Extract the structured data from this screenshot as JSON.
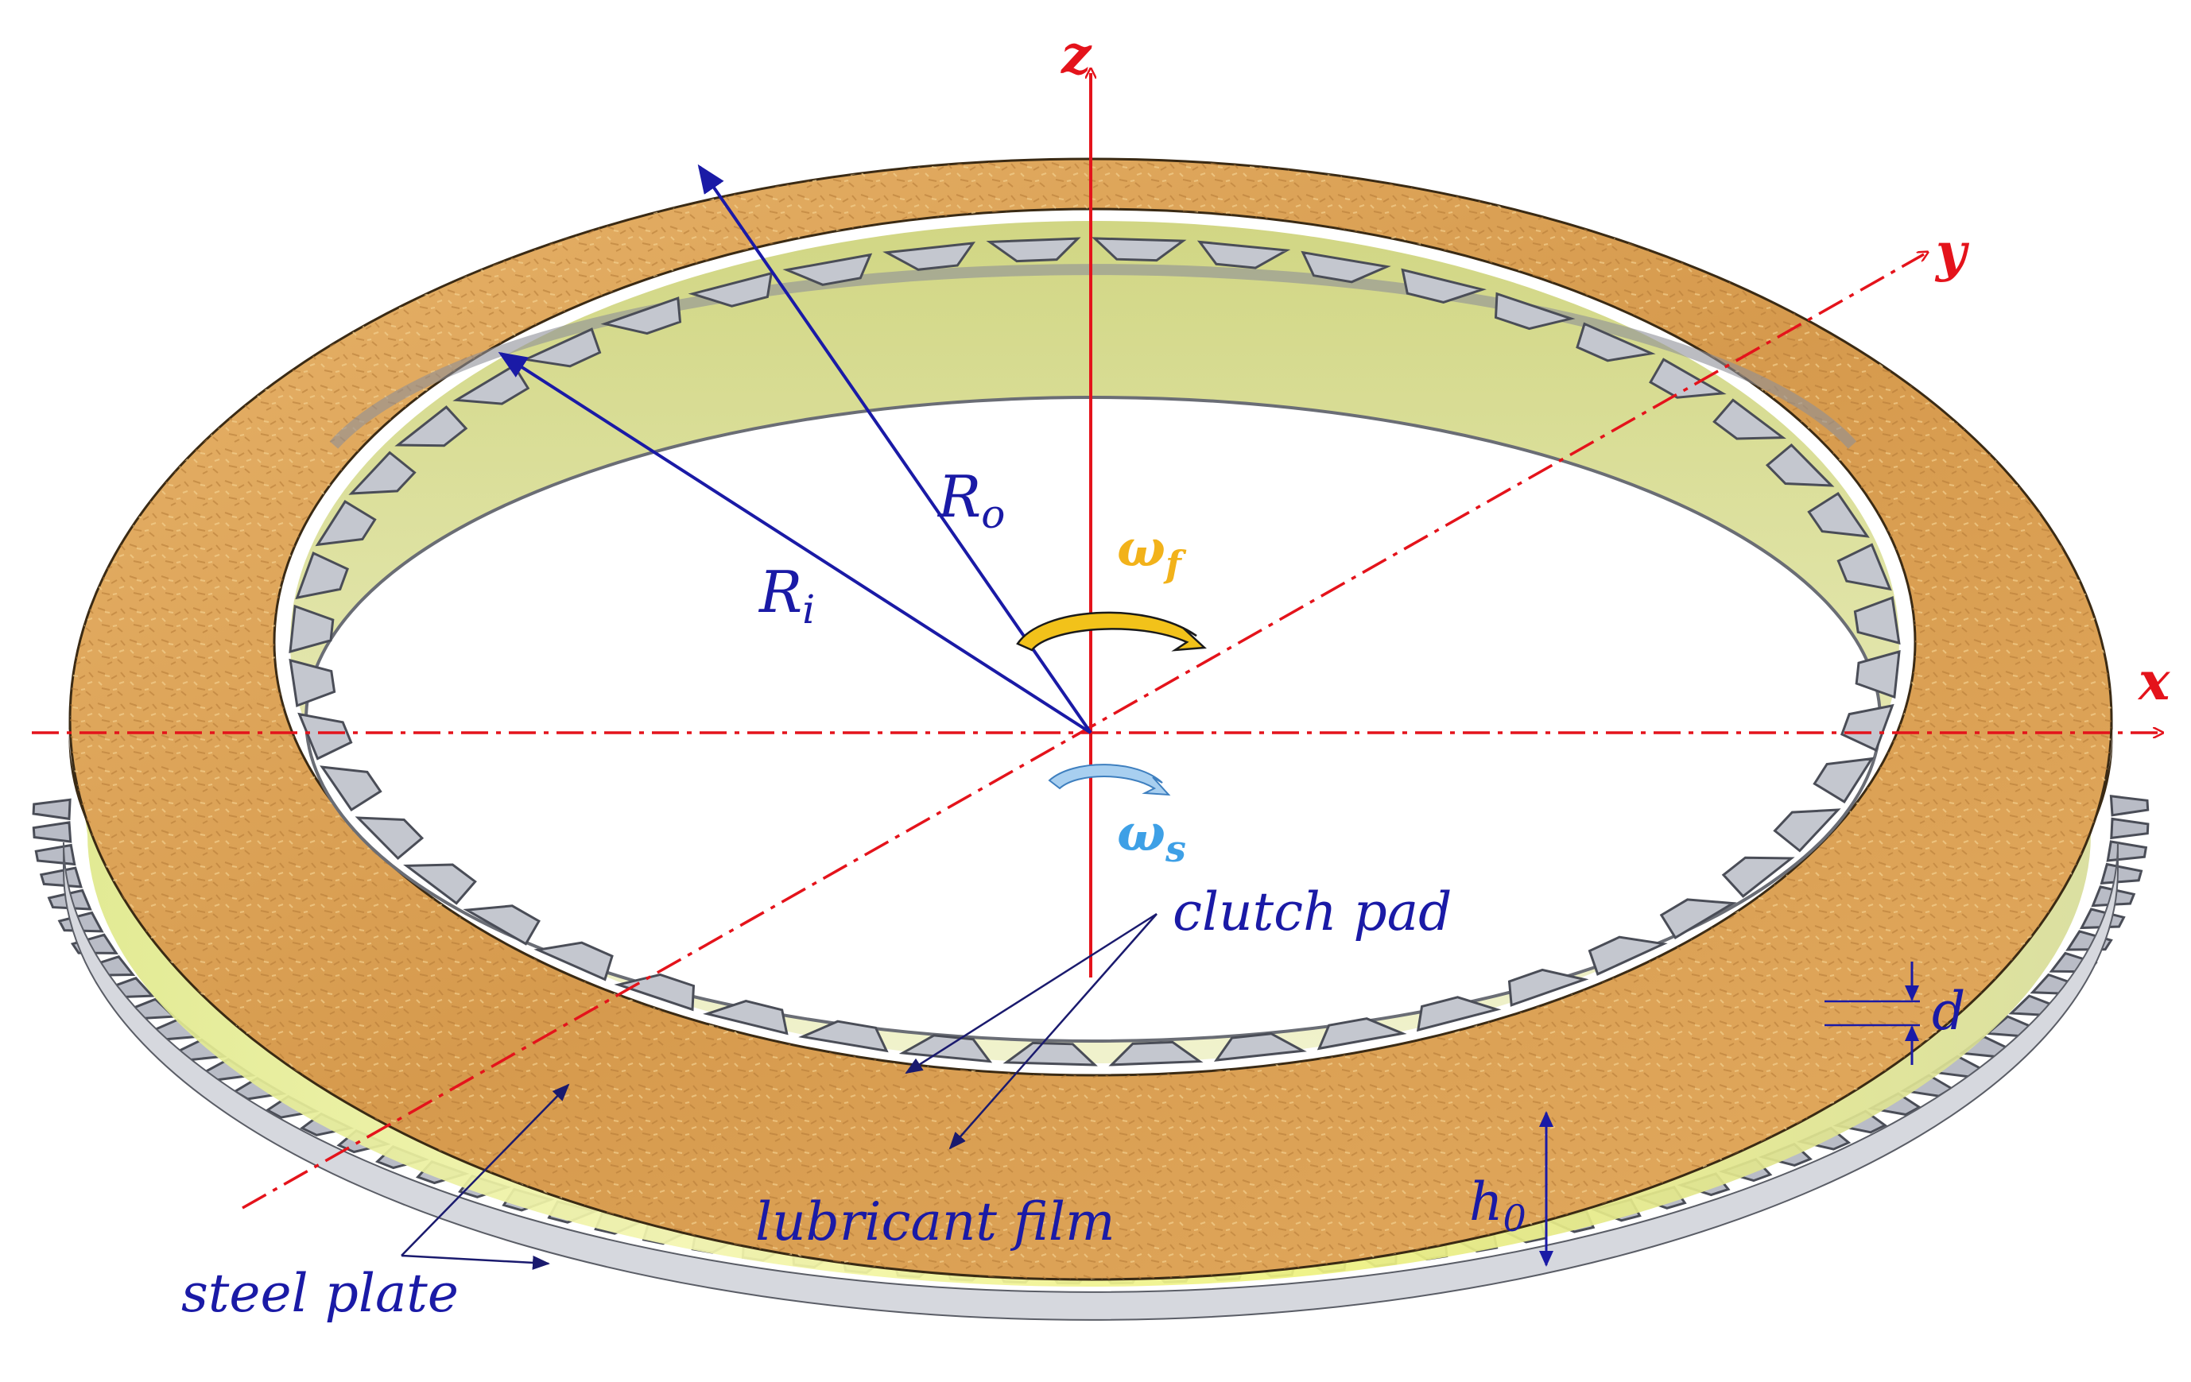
{
  "labels": {
    "axis_z": "z",
    "axis_y": "y",
    "axis_x": "x",
    "outer_radius": "R",
    "outer_radius_sub": "o",
    "inner_radius": "R",
    "inner_radius_sub": "i",
    "omega_f": "ω",
    "omega_f_sub": "f",
    "omega_s": "ω",
    "omega_s_sub": "s",
    "clutch_pad": "clutch pad",
    "lubricant_film": "lubricant film",
    "steel_plate": "steel plate",
    "thickness_d": "d",
    "gap_h": "h",
    "gap_h_sub": "0"
  },
  "colors": {
    "axis": "#e4131b",
    "dimension": "#1a1aa6",
    "friction_pad": "#d9a45a",
    "lubricant": "#e8ef7a",
    "steel": "#b9bcc6",
    "omega_f": "#f2b21a",
    "omega_s": "#3ea0e6"
  }
}
